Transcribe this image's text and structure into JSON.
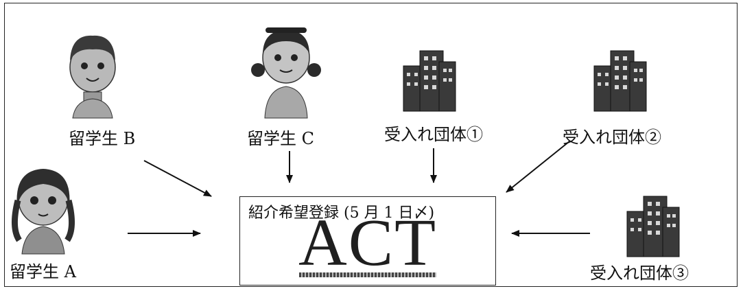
{
  "participants": {
    "student_a": "留学生 A",
    "student_b": "留学生 B",
    "student_c": "留学生 C",
    "org_1": "受入れ団体①",
    "org_2": "受入れ団体②",
    "org_3": "受入れ団体③"
  },
  "registration": {
    "title": "紹介希望登録 (5 月 1 日〆)",
    "logo_text": "ACT"
  },
  "colors": {
    "ink": "#111111",
    "figure_gray": "#9a9a9a",
    "dark": "#2a2a2a"
  }
}
